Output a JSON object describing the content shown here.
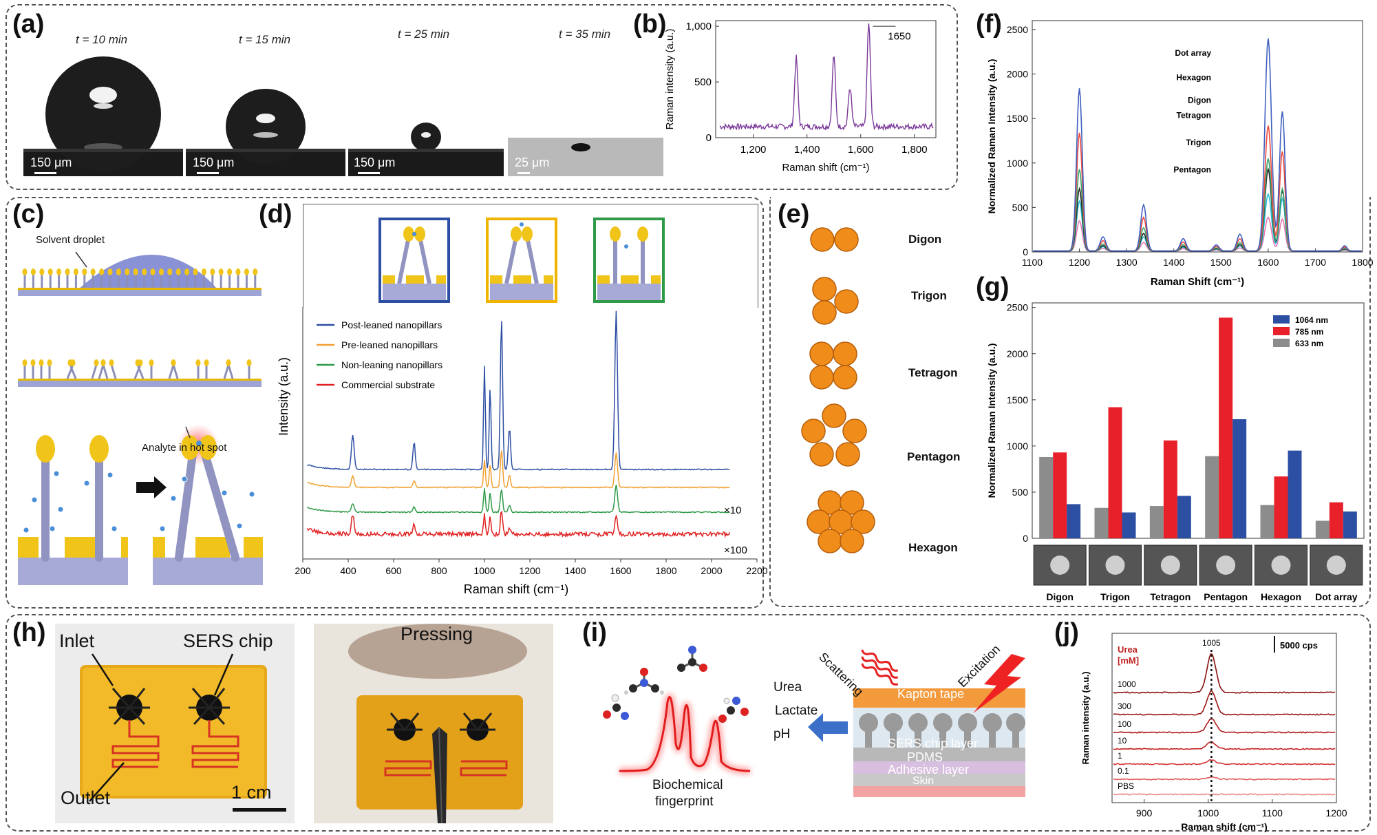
{
  "panels": {
    "a": "(a)",
    "b": "(b)",
    "c": "(c)",
    "d": "(d)",
    "e": "(e)",
    "f": "(f)",
    "g": "(g)",
    "h": "(h)",
    "i": "(i)",
    "j": "(j)"
  },
  "panel_a": {
    "frames": [
      {
        "time": "t = 10 min",
        "scale": "150 μm"
      },
      {
        "time": "t = 15 min",
        "scale": "150 μm"
      },
      {
        "time": "t = 25 min",
        "scale": "150 μm"
      },
      {
        "time": "t = 35 min",
        "scale": "25 μm"
      }
    ]
  },
  "panel_c": {
    "solvent": "Solvent droplet",
    "analyte": "Analyte in hot spot"
  },
  "panel_e": {
    "shapes": [
      "Digon",
      "Trigon",
      "Tetragon",
      "Pentagon",
      "Hexagon"
    ]
  },
  "panel_h": {
    "inlet": "Inlet",
    "chip": "SERS chip",
    "outlet": "Outlet",
    "scale": "1 cm",
    "pressing": "Pressing"
  },
  "panel_i": {
    "analytes": [
      "Urea",
      "Lactate",
      "pH"
    ],
    "fingerprint_1": "Biochemical",
    "fingerprint_2": "fingerprint",
    "scattering": "Scattering",
    "excitation": "Excitation",
    "layers": [
      "Kapton tape",
      "SERS chip layer",
      "PDMS",
      "Adhesive layer",
      "Skin"
    ]
  },
  "chart_data": [
    {
      "id": "b",
      "type": "line",
      "xlabel": "Raman shift (cm⁻¹)",
      "ylabel": "Raman intensity (a.u.)",
      "xlim": [
        1060,
        1880
      ],
      "ylim": [
        0,
        1050
      ],
      "xticks": [
        "1,200",
        "1,400",
        "1,600",
        "1,800"
      ],
      "xtick_values": [
        1200,
        1400,
        1600,
        1800
      ],
      "yticks": [
        "0",
        "500",
        "1,000"
      ],
      "ytick_values": [
        0,
        500,
        1000
      ],
      "annotation": "1650",
      "peaks": [
        {
          "x": 1360,
          "y": 720
        },
        {
          "x": 1500,
          "y": 740
        },
        {
          "x": 1560,
          "y": 450
        },
        {
          "x": 1630,
          "y": 1030
        }
      ],
      "baseline": 100
    },
    {
      "id": "d",
      "type": "line",
      "xlabel": "Raman shift (cm⁻¹)",
      "ylabel": "Intensity (a.u.)",
      "xlim": [
        200,
        2200
      ],
      "xticks": [
        "200",
        "400",
        "600",
        "800",
        "1000",
        "1200",
        "1400",
        "1600",
        "1800",
        "2000",
        "2200"
      ],
      "xtick_values": [
        200,
        400,
        600,
        800,
        1000,
        1200,
        1400,
        1600,
        1800,
        2000,
        2200
      ],
      "legend": [
        "Post-leaned nanopillars",
        "Pre-leaned nanopillars",
        "Non-leaning nanopillars",
        "Commercial substrate"
      ],
      "multipliers": [
        "×10",
        "×100"
      ],
      "peaks_cm": [
        420,
        690,
        1000,
        1025,
        1075,
        1110,
        1580
      ]
    },
    {
      "id": "f",
      "type": "line",
      "xlabel": "Raman Shift (cm⁻¹)",
      "ylabel": "Normalized Raman Intensity (a.u.)",
      "xlim": [
        1100,
        1800
      ],
      "ylim": [
        0,
        2600
      ],
      "xticks": [
        "1100",
        "1200",
        "1300",
        "1400",
        "1500",
        "1600",
        "1700",
        "1800"
      ],
      "yticks": [
        "0",
        "500",
        "1000",
        "1500",
        "2000",
        "2500"
      ],
      "series": [
        {
          "name": "Pentagon",
          "color": "#3f5fbf",
          "peak1200": 1830,
          "peak1600": 2390,
          "peak1630": 1570
        },
        {
          "name": "Trigon",
          "color": "#ef4a3c",
          "peak1200": 1330,
          "peak1600": 1410,
          "peak1630": 1120
        },
        {
          "name": "Tetragon",
          "color": "#3aa56a",
          "peak1200": 920,
          "peak1600": 1040,
          "peak1630": 700
        },
        {
          "name": "Digon",
          "color": "#222222",
          "peak1200": 700,
          "peak1600": 920,
          "peak1630": 680
        },
        {
          "name": "Hexagon",
          "color": "#26c0d9",
          "peak1200": 560,
          "peak1600": 640,
          "peak1630": 590
        },
        {
          "name": "Dot array",
          "color": "#e776b0",
          "peak1200": 340,
          "peak1600": 380,
          "peak1630": 360
        }
      ]
    },
    {
      "id": "g",
      "type": "bar",
      "ylabel": "Normalized Raman Intensity (a.u.)",
      "ylim": [
        0,
        2550
      ],
      "yticks": [
        "0",
        "500",
        "1000",
        "1500",
        "2000",
        "2500"
      ],
      "categories": [
        "Digon",
        "Trigon",
        "Tetragon",
        "Pentagon",
        "Hexagon",
        "Dot array"
      ],
      "series": [
        {
          "name": "633 nm",
          "color": "#8c8c8c",
          "values": [
            880,
            330,
            350,
            890,
            360,
            190
          ]
        },
        {
          "name": "785 nm",
          "color": "#e8202a",
          "values": [
            930,
            1420,
            1060,
            2390,
            670,
            390
          ]
        },
        {
          "name": "1064 nm",
          "color": "#2d4fa3",
          "values": [
            370,
            280,
            460,
            1290,
            950,
            290
          ]
        }
      ],
      "legend": [
        "1064 nm",
        "785 nm",
        "633 nm"
      ]
    },
    {
      "id": "j",
      "type": "line",
      "xlabel": "Raman shift (cm⁻¹)",
      "ylabel": "Raman intensity (a.u.)",
      "xlim": [
        850,
        1200
      ],
      "xticks": [
        "900",
        "1000",
        "1100",
        "1200"
      ],
      "xtick_values": [
        900,
        1000,
        1100,
        1200
      ],
      "legend_title_1": "Urea",
      "legend_title_2": "[mM]",
      "series": [
        "1000",
        "300",
        "100",
        "10",
        "1",
        "0.1",
        "PBS"
      ],
      "peak_label": "1005",
      "scalebar": "5000 cps"
    }
  ]
}
